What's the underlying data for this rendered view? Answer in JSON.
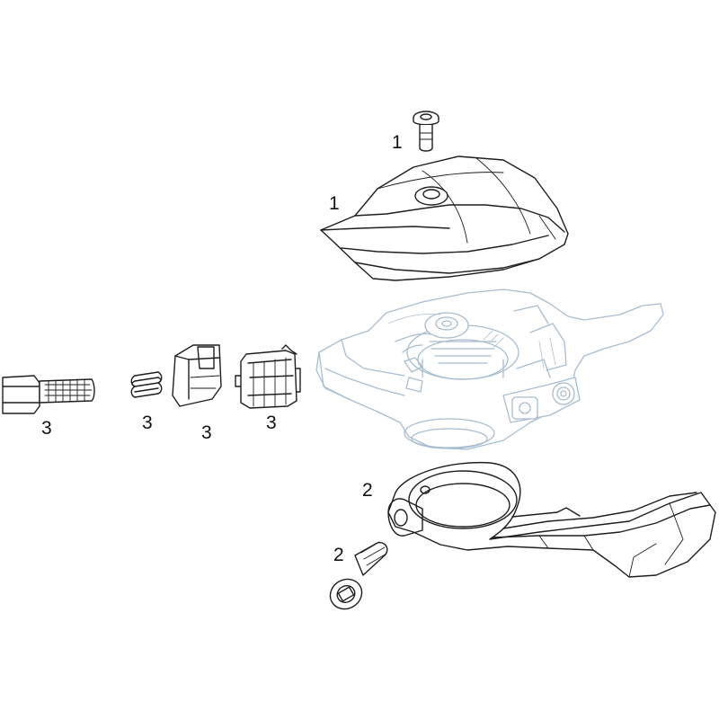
{
  "diagram": {
    "labels": {
      "top_screw": "1",
      "cover": "1",
      "clamp": "2",
      "clamp_bolt": "2",
      "barrel_adjuster": "3",
      "spring": "3",
      "cap": "3",
      "housing_stop": "3"
    },
    "colors": {
      "line": "#1e1e1e",
      "ghost_body": "#a9bdd0",
      "background": "#ffffff"
    }
  }
}
